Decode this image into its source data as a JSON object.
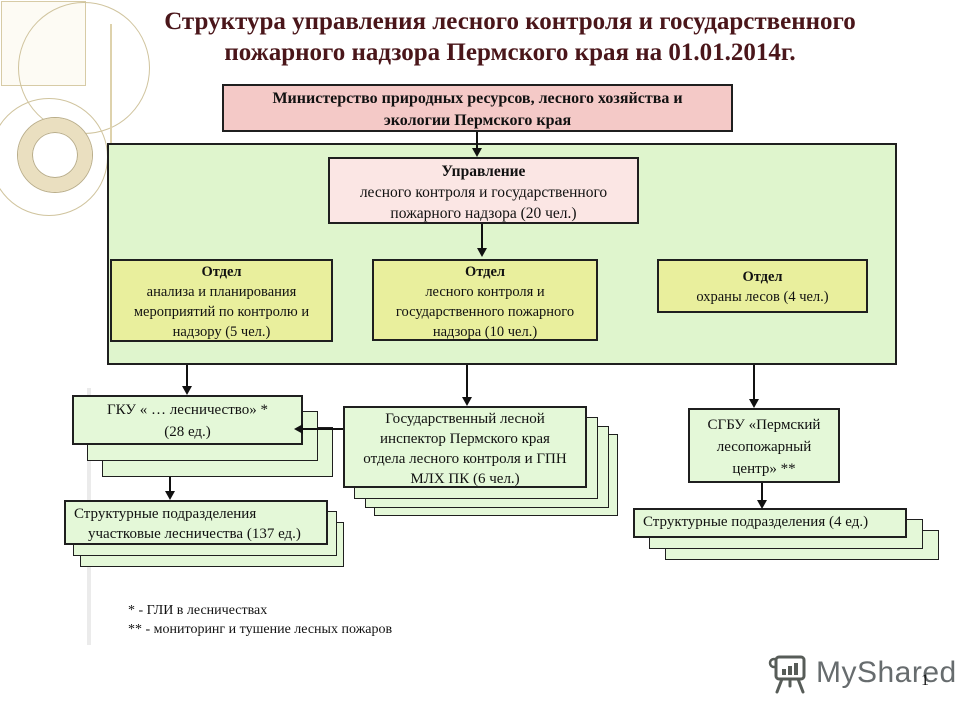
{
  "title": {
    "line1": "Структура управления лесного контроля и государственного",
    "line2": "пожарного надзора Пермского края на 01.01.2014г."
  },
  "ministry": {
    "lines": [
      "Министерство природных ресурсов, лесного хозяйства и",
      "экологии Пермского края"
    ]
  },
  "directorate": {
    "heading": "Управление",
    "lines": [
      "лесного контроля и государственного",
      "пожарного надзора (20 чел.)"
    ]
  },
  "departments": [
    {
      "heading": "Отдел",
      "lines": [
        "анализа и планирования",
        "мероприятий по контролю и",
        "надзору (5 чел.)"
      ]
    },
    {
      "heading": "Отдел",
      "lines": [
        "лесного контроля и",
        "государственного пожарного",
        "надзора (10 чел.)"
      ]
    },
    {
      "heading": "Отдел",
      "lines": [
        "охраны лесов (4 чел.)"
      ]
    }
  ],
  "units": {
    "gku": {
      "lines": [
        "ГКУ « … лесничество» *",
        "(28 ед.)"
      ]
    },
    "inspector": {
      "lines": [
        "Государственный лесной",
        "инспектор Пермского края",
        "отдела лесного контроля и ГПН",
        "МЛХ ПК  (6 чел.)"
      ]
    },
    "sgbu": {
      "lines": [
        "СГБУ «Пермский",
        "лесопожарный",
        "центр» **"
      ]
    },
    "subdivisions_left": {
      "lines": [
        "Структурные подразделения",
        "участковые лесничества (137 ед.)"
      ]
    },
    "subdivisions_right": {
      "text": "Структурные подразделения  (4 ед.)"
    }
  },
  "footnotes": [
    "* - ГЛИ в лесничествах",
    "** - мониторинг и тушение лесных пожаров"
  ],
  "watermark": {
    "brand": "MyShared",
    "icon": "flipchart-icon"
  },
  "page_number": "1",
  "colors": {
    "title_text": "#4A161A",
    "ministry_fill": "#F4C9C7",
    "directorate_fill": "#FBE6E4",
    "department_fill": "#E9EF9D",
    "panel_fill": "#DFF5CD",
    "unit_fill": "#E4F8D8",
    "box_border": "#1F1F1F",
    "watermark_text": "#676C6E"
  }
}
